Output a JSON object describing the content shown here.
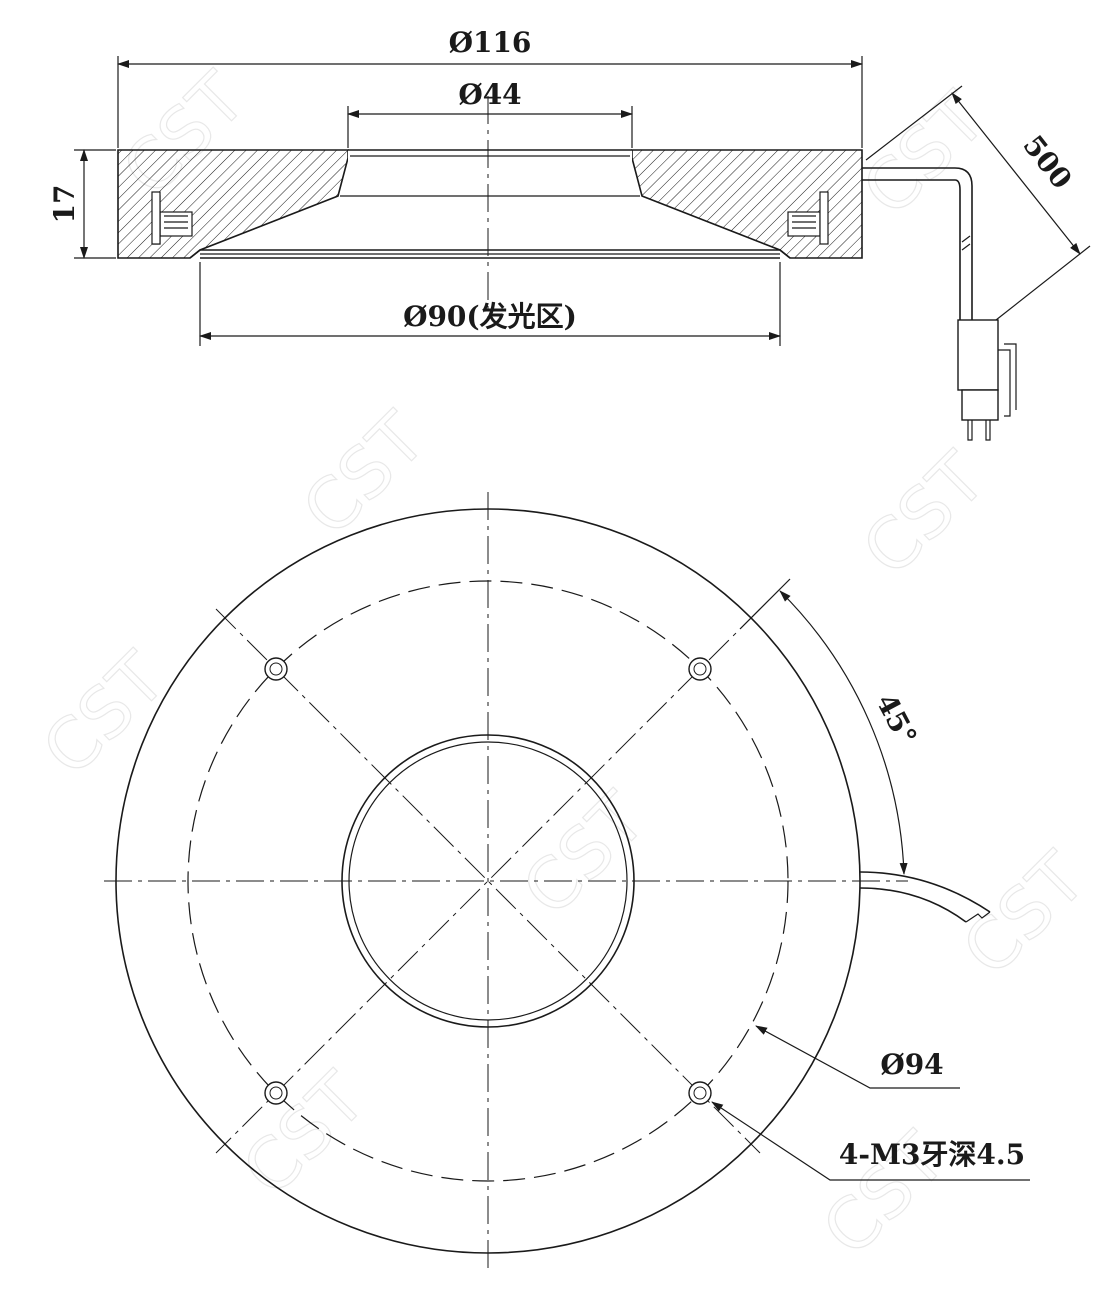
{
  "side_view": {
    "outer_diameter": "Ø116",
    "inner_diameter": "Ø44",
    "height": "17",
    "cable_length": "500",
    "emitting_area": "Ø90(发光区)"
  },
  "top_view": {
    "angle": "45°",
    "bolt_circle": "Ø94",
    "holes": "4-M3牙深4.5"
  },
  "watermark": "CST"
}
